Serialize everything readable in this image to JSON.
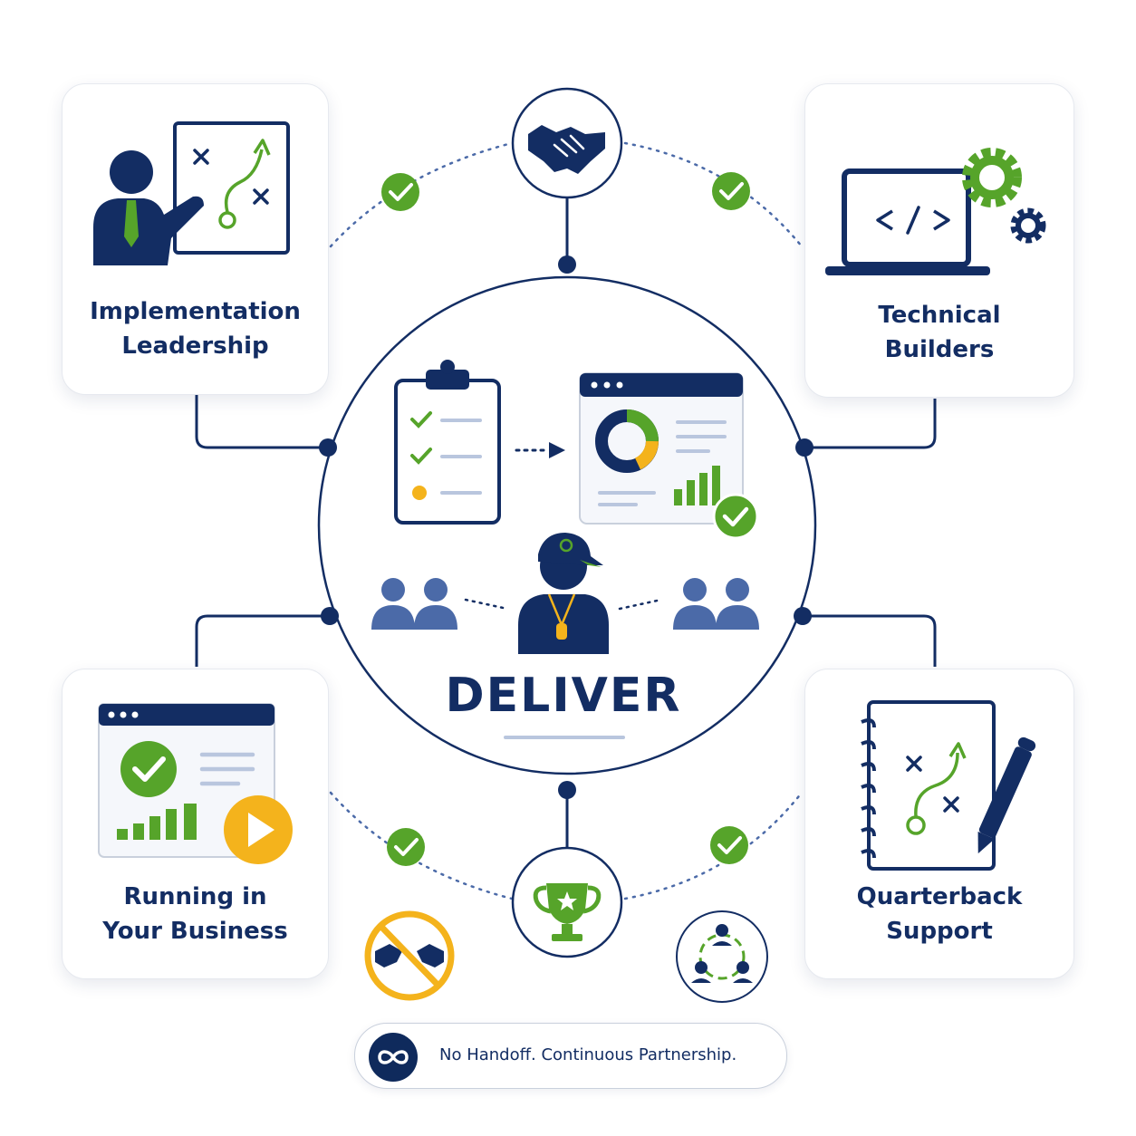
{
  "cards": {
    "top_left": {
      "line1": "Implementation",
      "line2": "Leadership",
      "icon": "coach-whiteboard-icon"
    },
    "top_right": {
      "line1": "Technical",
      "line2": "Builders",
      "icon": "laptop-code-gears-icon"
    },
    "bottom_left": {
      "line1": "Running in",
      "line2": "Your Business",
      "icon": "dashboard-play-icon"
    },
    "bottom_right": {
      "line1": "Quarterback",
      "line2": "Support",
      "icon": "playbook-notebook-icon"
    }
  },
  "center": {
    "title": "DELIVER",
    "icons": [
      "checklist-icon",
      "dashboard-chart-icon",
      "coach-icon",
      "team-icon"
    ]
  },
  "connectors": {
    "top": "handshake-icon",
    "bottom": "trophy-icon",
    "extra_left": "no-handoff-icon",
    "extra_right": "team-cycle-icon"
  },
  "tagline": {
    "text": "No Handoff. Continuous Partnership.",
    "icon": "infinity-icon"
  },
  "colors": {
    "navy": "#132d63",
    "green": "#56a42a",
    "yellow": "#f4b31c",
    "slate": "#4b6aa8",
    "light": "#b9c6de"
  }
}
